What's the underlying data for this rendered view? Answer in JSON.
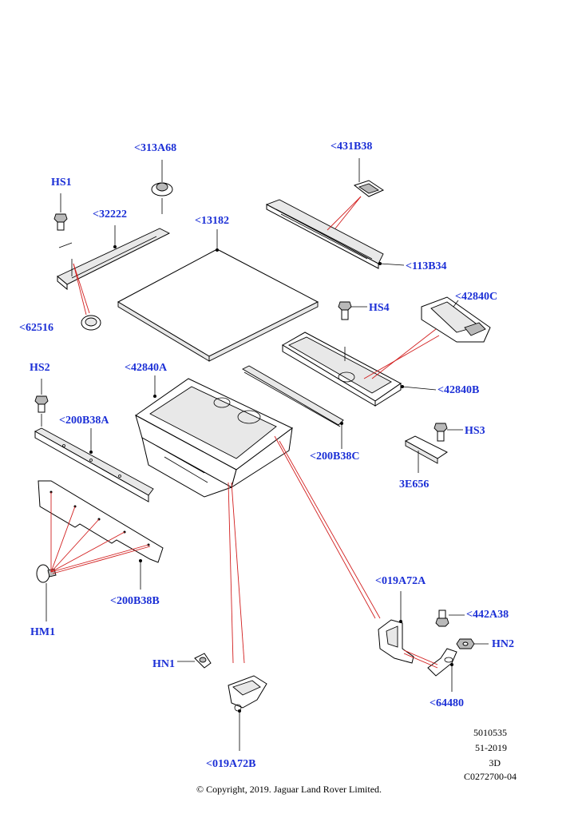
{
  "callouts": {
    "hs1": "HS1",
    "c313a68": "<313A68",
    "c32222": "<32222",
    "c13182": "<13182",
    "c431b38": "<431B38",
    "c113b34": "<113B34",
    "c62516": "<62516",
    "hs4": "HS4",
    "c42840c": "<42840C",
    "hs2": "HS2",
    "c42840a": "<42840A",
    "c42840b": "<42840B",
    "c200b38a": "<200B38A",
    "c200b38c": "<200B38C",
    "hs3": "HS3",
    "c3e656": "3E656",
    "c200b38b": "<200B38B",
    "hm1": "HM1",
    "c019a72a": "<019A72A",
    "c442a38": "<442A38",
    "hn2": "HN2",
    "hn1": "HN1",
    "c64480": "<64480",
    "c019a72b": "<019A72B"
  },
  "footer": {
    "ref1": "5010535",
    "ref2": "51-2019",
    "ref3": "3D",
    "ref4": "C0272700-04",
    "copyright": "© Copyright, 2019. Jaguar Land Rover Limited."
  },
  "colors": {
    "callout": "#1b2fd6",
    "leader": "#d21e1e",
    "line": "#000000"
  }
}
